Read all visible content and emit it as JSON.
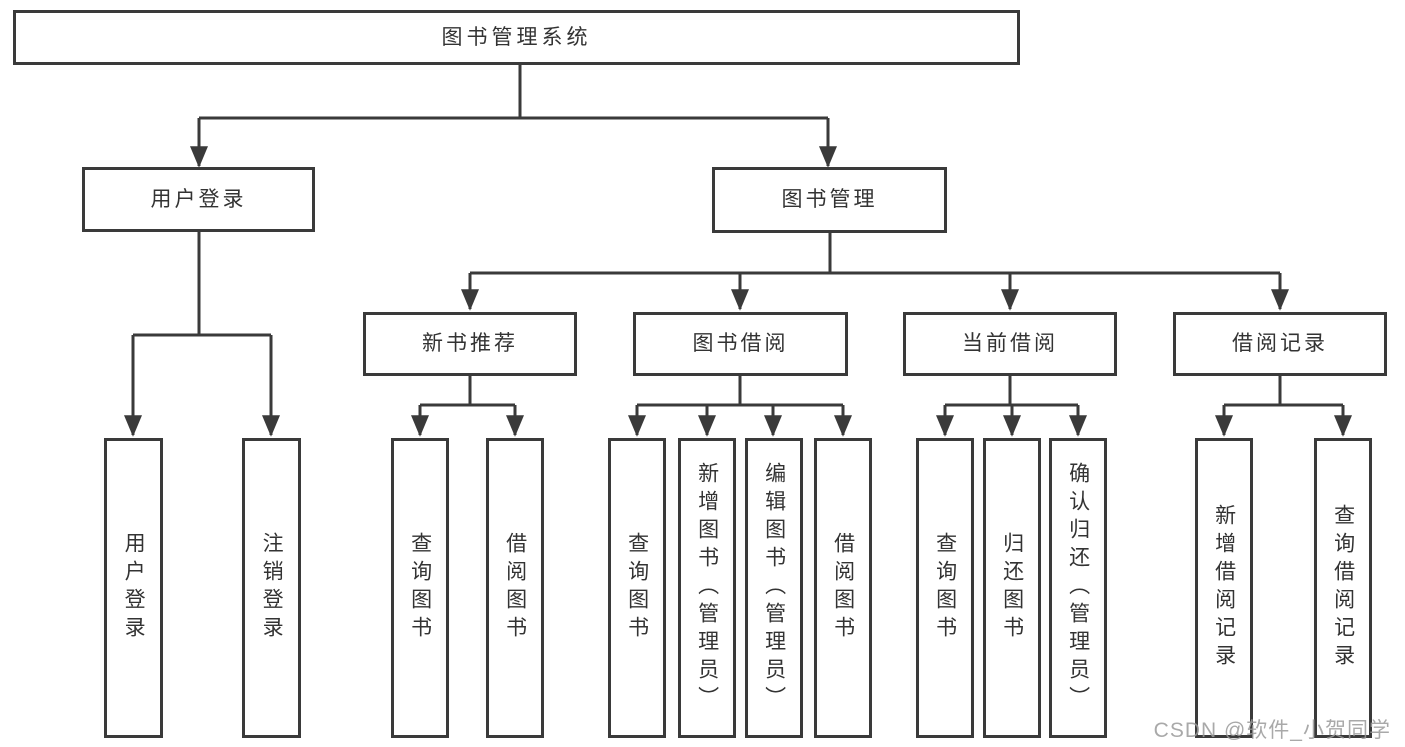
{
  "diagram": {
    "type": "hierarchy-tree",
    "orientation": "top-down",
    "tree": {
      "root": {
        "label": "图书管理系统",
        "children": [
          {
            "label": "用户登录",
            "children": [
              {
                "label": "用户登录"
              },
              {
                "label": "注销登录"
              }
            ]
          },
          {
            "label": "图书管理",
            "children": [
              {
                "label": "新书推荐",
                "children": [
                  {
                    "label": "查询图书"
                  },
                  {
                    "label": "借阅图书"
                  }
                ]
              },
              {
                "label": "图书借阅",
                "children": [
                  {
                    "label": "查询图书"
                  },
                  {
                    "label": "新增图书（管理员）"
                  },
                  {
                    "label": "编辑图书（管理员）"
                  },
                  {
                    "label": "借阅图书"
                  }
                ]
              },
              {
                "label": "当前借阅",
                "children": [
                  {
                    "label": "查询图书"
                  },
                  {
                    "label": "归还图书"
                  },
                  {
                    "label": "确认归还（管理员）"
                  }
                ]
              },
              {
                "label": "借阅记录",
                "children": [
                  {
                    "label": "新增借阅记录"
                  },
                  {
                    "label": "查询借阅记录"
                  }
                ]
              }
            ]
          }
        ]
      }
    }
  },
  "watermark": "CSDN @软件_小贺同学",
  "colors": {
    "line": "#3a3a3a",
    "text": "#333333",
    "watermark": "#9b9b9b",
    "background": "#ffffff"
  }
}
